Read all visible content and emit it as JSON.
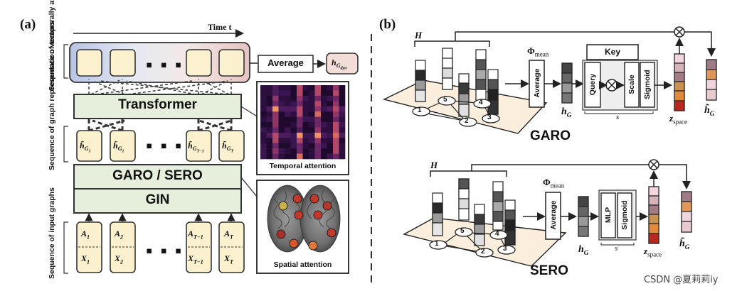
{
  "panel_a": {
    "label": "(a)",
    "time_axis": "Time t",
    "side_labels": {
      "top": "Sequence of temporally attended graph representations",
      "middle": "Sequence of graph representation vectors",
      "bottom": "Sequence of input graphs"
    },
    "dots": "▪ ▪ ▪",
    "average_label": "Average",
    "h_dyn": "h",
    "h_dyn_sub": "G",
    "h_dyn_subsub": "dyn",
    "transformer_label": "Transformer",
    "garo_sero_label": "GARO / SERO",
    "gin_label": "GIN",
    "vectors": [
      {
        "base": "h̃",
        "sub": "G",
        "subsub": "1"
      },
      {
        "base": "h̃",
        "sub": "G",
        "subsub": "1"
      },
      {
        "base": "h̃",
        "sub": "G",
        "subsub": "T−1"
      },
      {
        "base": "h̃",
        "sub": "G",
        "subsub": "T"
      }
    ],
    "inputs": [
      {
        "a": "A",
        "a_sub": "1",
        "x": "X",
        "x_sub": "1"
      },
      {
        "a": "A",
        "a_sub": "2",
        "x": "X",
        "x_sub": "2"
      },
      {
        "a": "A",
        "a_sub": "T−1",
        "x": "X",
        "x_sub": "T−1"
      },
      {
        "a": "A",
        "a_sub": "T",
        "x": "X",
        "x_sub": "T"
      }
    ],
    "temporal_attention_caption": "Temporal attention",
    "spatial_attention_caption": "Spatial attention"
  },
  "panel_b": {
    "label": "(b)",
    "H": "H",
    "phi_mean": "Φ",
    "phi_mean_sub": "mean",
    "average_label": "Average",
    "h_g": "h",
    "h_g_sub": "G",
    "key_label": "Key",
    "query_label": "Query",
    "scale_label": "Scale",
    "sigmoid_label": "Sigmoid",
    "mlp_label": "MLP",
    "s_label": "s",
    "z_space": "z",
    "z_space_sub": "space",
    "h_tilde": "h̃",
    "h_tilde_sub": "G",
    "garo_title": "GARO",
    "sero_title": "SERO",
    "nodes": [
      "1",
      "5",
      "2",
      "4",
      "3"
    ]
  },
  "watermark": "CSDN @夏莉莉iy",
  "colors": {
    "green_fill": "#e6efdb",
    "cream_fill": "#fbf1cf",
    "plane_fill": "#fbeedd",
    "z_colors": [
      "#f1d6de",
      "#d6b3b8",
      "#a27b84",
      "#c9914f",
      "#e08a3c",
      "#b8281f"
    ],
    "h_tilde_colors": [
      "#9e7b86",
      "#e1975b",
      "#f1d5dc",
      "#e7c9cf"
    ]
  }
}
